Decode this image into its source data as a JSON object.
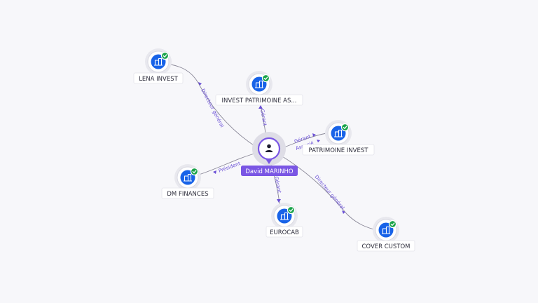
{
  "person": {
    "name": "David MARINHO"
  },
  "companies": [
    {
      "id": "lena",
      "name": "LENA INVEST",
      "verified": true
    },
    {
      "id": "invest-patrimoine",
      "name": "INVEST PATRIMOINE AS...",
      "verified": true
    },
    {
      "id": "patrimoine-invest",
      "name": "PATRIMOINE INVEST",
      "verified": true
    },
    {
      "id": "dm-finances",
      "name": "DM FINANCES",
      "verified": true
    },
    {
      "id": "eurocab",
      "name": "EUROCAB",
      "verified": true
    },
    {
      "id": "cover-custom",
      "name": "COVER CUSTOM",
      "verified": true
    }
  ],
  "relations": [
    {
      "to": "lena",
      "role": "Directeur général"
    },
    {
      "to": "invest-patrimoine",
      "role": "Gérant"
    },
    {
      "to": "patrimoine-invest",
      "role": "Gérant"
    },
    {
      "to": "patrimoine-invest",
      "role": "Associé"
    },
    {
      "to": "dm-finances",
      "role": "Président"
    },
    {
      "to": "eurocab",
      "role": "Gérant"
    },
    {
      "to": "cover-custom",
      "role": "Directeur général"
    }
  ],
  "colors": {
    "accent": "#7a56e4",
    "node": "#1863e8",
    "verified": "#1aa34a",
    "edge": "#8a8898",
    "edge_label": "#6a4fd6"
  },
  "icons": {
    "person": "person-icon",
    "company": "building-icon",
    "verified": "check-badge-icon"
  }
}
